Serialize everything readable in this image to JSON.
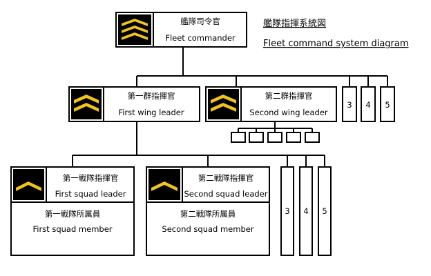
{
  "title_ja": "艦隊指揮系統図",
  "title_en": "Fleet command system diagram",
  "colors": {
    "insignia_background": "#000000",
    "insignia_chevron": "#f0c419"
  },
  "fleet_commander": {
    "ja": "艦隊司令官",
    "en": "Fleet commander",
    "chevrons": 3
  },
  "first_wing": {
    "ja": "第一群指揮官",
    "en": "First wing leader",
    "chevrons": 2
  },
  "second_wing": {
    "ja": "第二群指揮官",
    "en": "Second wing leader",
    "chevrons": 2
  },
  "wing_numbers": [
    "3",
    "4",
    "5"
  ],
  "squad_numbers": [
    "3",
    "4",
    "5"
  ],
  "first_squad": {
    "leader_ja": "第一戦隊指揮官",
    "leader_en": "First squad leader",
    "member_ja": "第一戦隊所属員",
    "member_en": "First squad member",
    "chevrons": 1
  },
  "second_squad": {
    "leader_ja": "第二戦隊指揮官",
    "leader_en": "Second squad leader",
    "member_ja": "第二戦隊所属員",
    "member_en": "Second squad member",
    "chevrons": 1
  },
  "second_wing_subunit_count": 5
}
